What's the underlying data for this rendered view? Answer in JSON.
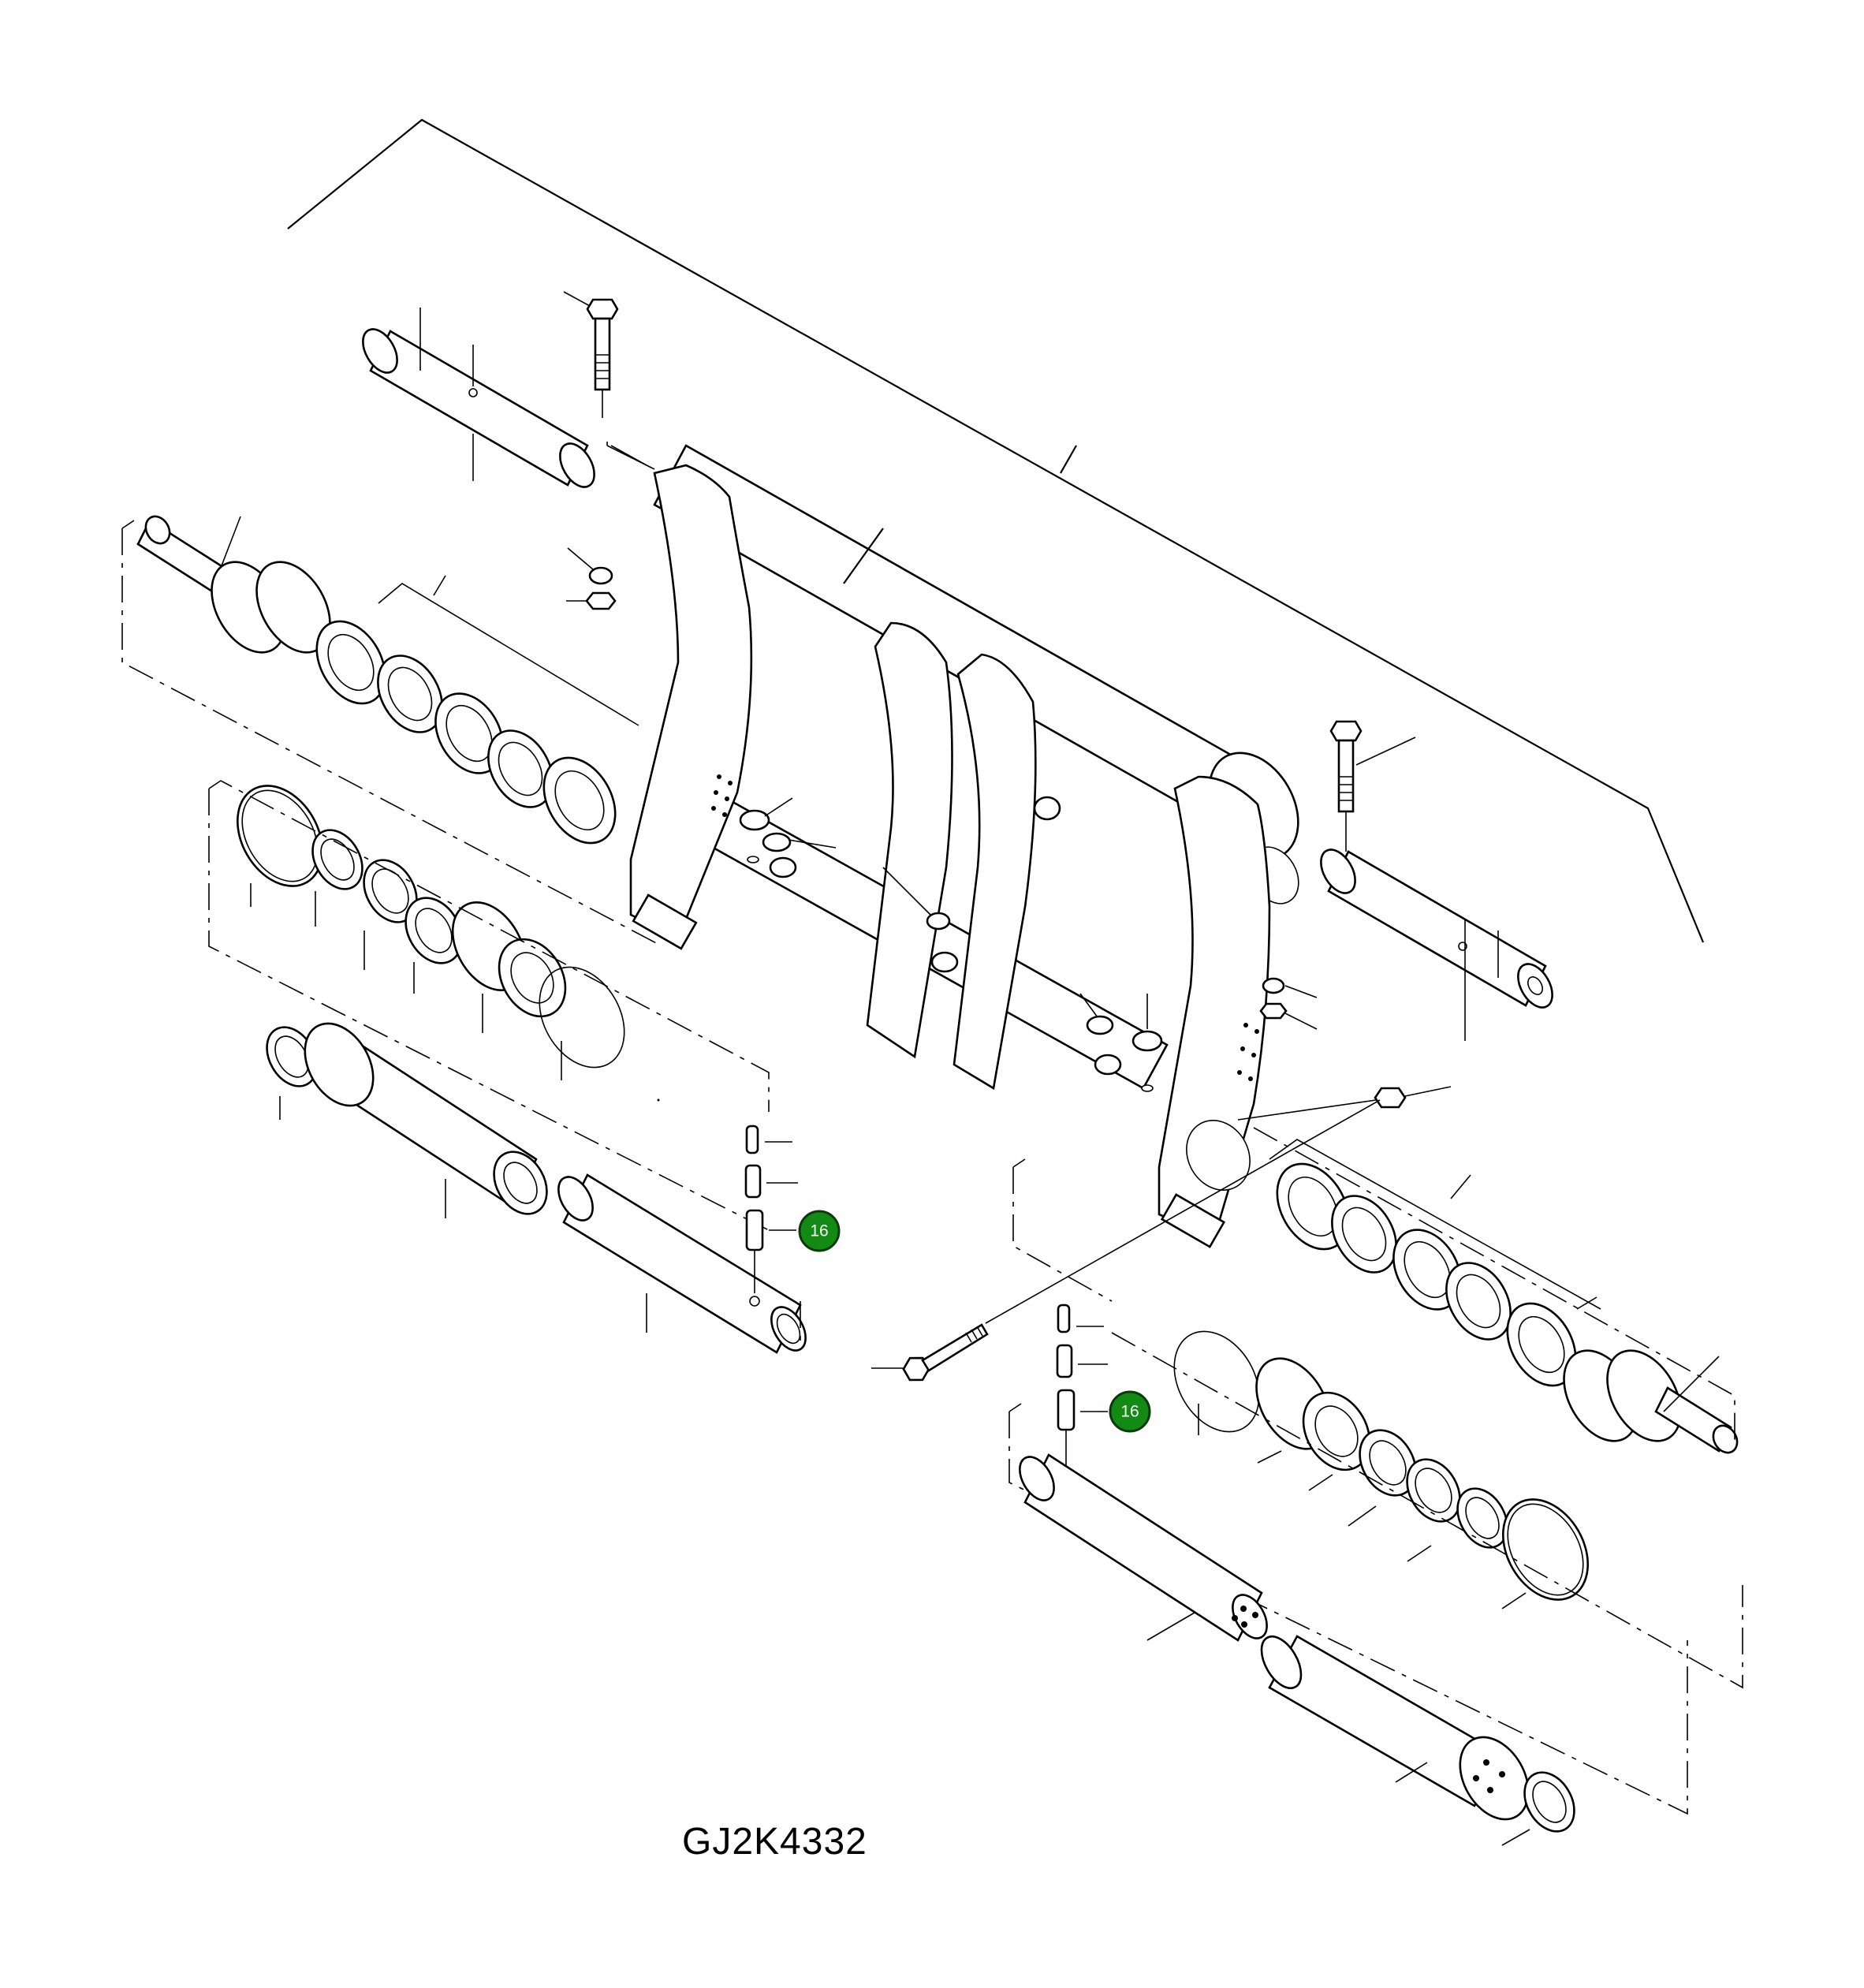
{
  "diagram": {
    "reference_code": "GJ2K4332",
    "callouts": [
      {
        "label": "16",
        "target": "spring-pin-left"
      },
      {
        "label": "16",
        "target": "spring-pin-right"
      }
    ],
    "colors": {
      "callout_fill": "#138a13",
      "line": "#000000",
      "background": "#ffffff"
    }
  }
}
